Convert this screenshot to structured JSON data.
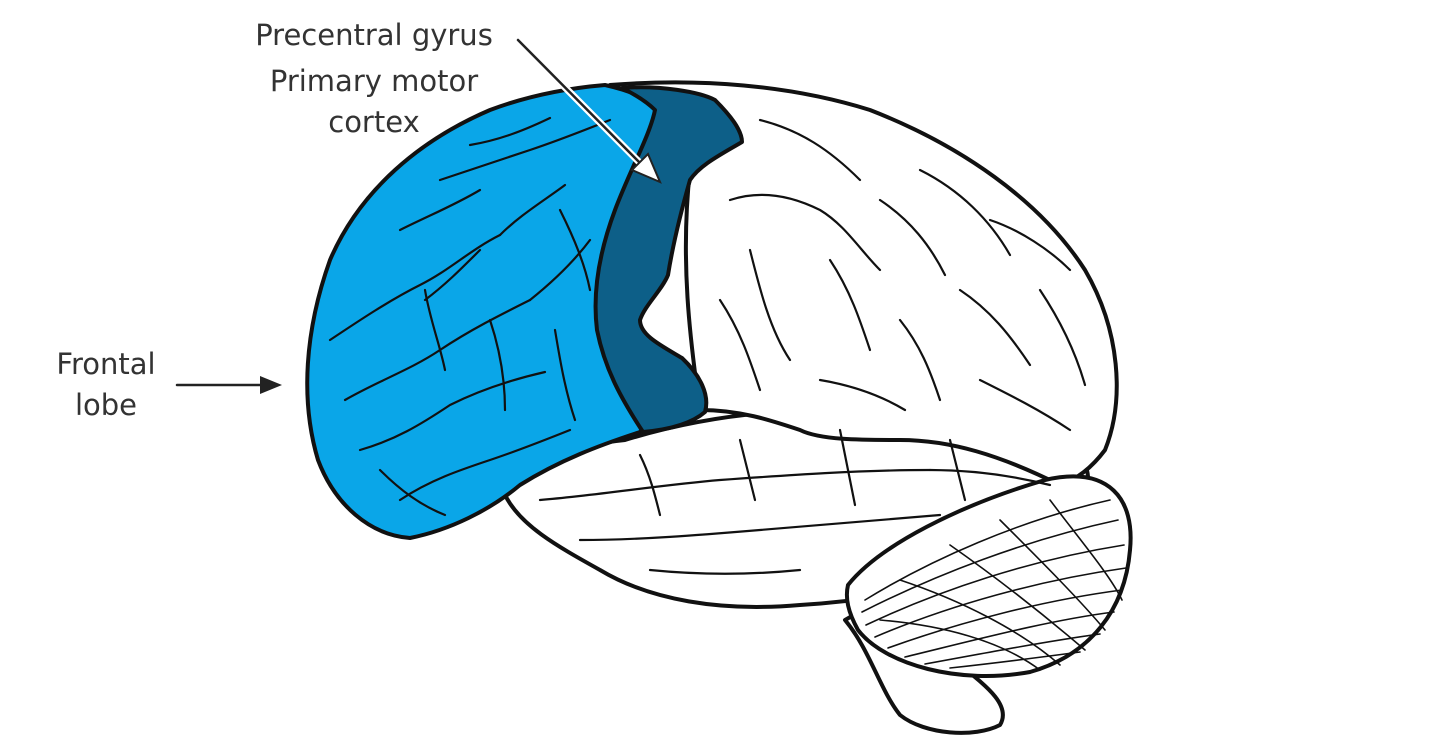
{
  "labels": {
    "precentral_line1": "Precentral gyrus",
    "precentral_line2": "Primary motor",
    "precentral_line3": "cortex",
    "frontal_line1": "Frontal",
    "frontal_line2": "lobe"
  },
  "colors": {
    "frontal_lobe": "#0aa6e8",
    "motor_cortex": "#0d5f88",
    "outline": "#111111",
    "label_text": "#333333",
    "background": "#ffffff"
  }
}
